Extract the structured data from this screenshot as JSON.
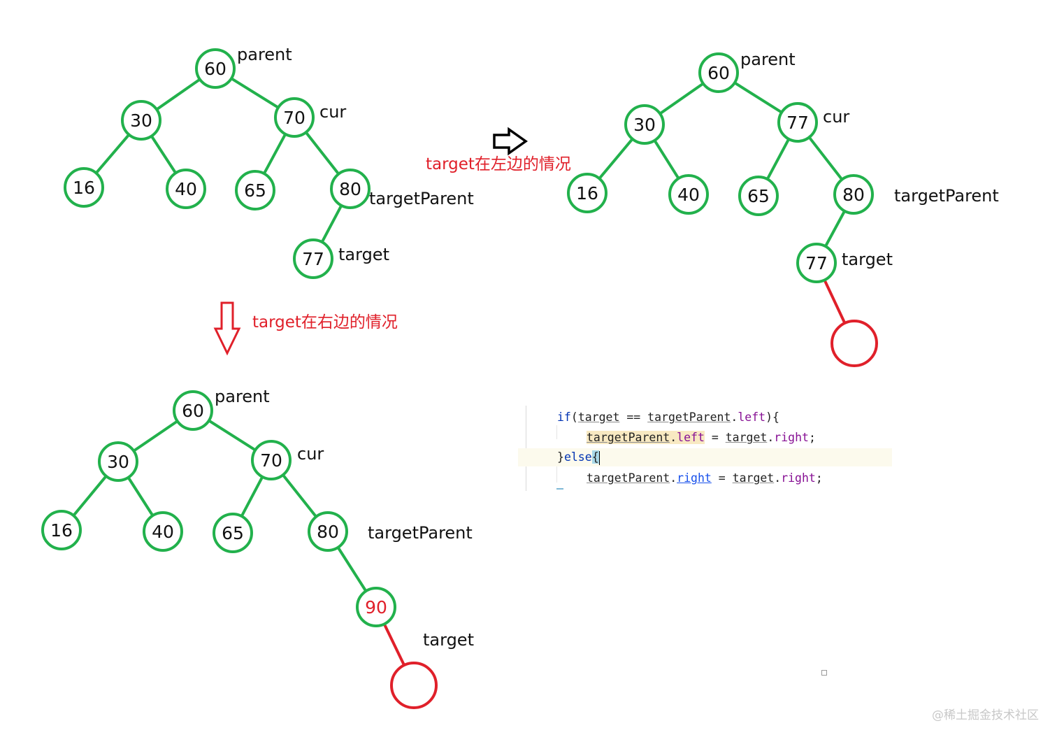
{
  "diagrams": [
    {
      "id": "original",
      "nodes": [
        {
          "id": "n60",
          "value": "60"
        },
        {
          "id": "n30",
          "value": "30"
        },
        {
          "id": "n70",
          "value": "70"
        },
        {
          "id": "n16",
          "value": "16"
        },
        {
          "id": "n40",
          "value": "40"
        },
        {
          "id": "n65",
          "value": "65"
        },
        {
          "id": "n80",
          "value": "80"
        },
        {
          "id": "n77",
          "value": "77"
        }
      ],
      "edges": [
        [
          "n60",
          "n30"
        ],
        [
          "n60",
          "n70"
        ],
        [
          "n30",
          "n16"
        ],
        [
          "n30",
          "n40"
        ],
        [
          "n70",
          "n65"
        ],
        [
          "n70",
          "n80"
        ],
        [
          "n80",
          "n77"
        ]
      ],
      "labels": [
        {
          "node": "n60",
          "text": "parent"
        },
        {
          "node": "n70",
          "text": "cur"
        },
        {
          "node": "n80",
          "text": "targetParent"
        },
        {
          "node": "n77",
          "text": "target"
        }
      ]
    },
    {
      "id": "left-case",
      "nodes": [
        {
          "id": "n60",
          "value": "60"
        },
        {
          "id": "n30",
          "value": "30"
        },
        {
          "id": "n77a",
          "value": "77"
        },
        {
          "id": "n16",
          "value": "16"
        },
        {
          "id": "n40",
          "value": "40"
        },
        {
          "id": "n65",
          "value": "65"
        },
        {
          "id": "n80",
          "value": "80"
        },
        {
          "id": "n77b",
          "value": "77"
        },
        {
          "id": "empty",
          "value": "",
          "color": "red"
        }
      ],
      "edges": [
        [
          "n60",
          "n30"
        ],
        [
          "n60",
          "n77a"
        ],
        [
          "n30",
          "n16"
        ],
        [
          "n30",
          "n40"
        ],
        [
          "n77a",
          "n65"
        ],
        [
          "n77a",
          "n80"
        ],
        [
          "n80",
          "n77b"
        ],
        [
          "n77b",
          "empty",
          "red"
        ]
      ],
      "labels": [
        {
          "node": "n60",
          "text": "parent"
        },
        {
          "node": "n77a",
          "text": "cur"
        },
        {
          "node": "n80",
          "text": "targetParent"
        },
        {
          "node": "n77b",
          "text": "target"
        }
      ]
    },
    {
      "id": "right-case",
      "nodes": [
        {
          "id": "n60",
          "value": "60"
        },
        {
          "id": "n30",
          "value": "30"
        },
        {
          "id": "n70",
          "value": "70"
        },
        {
          "id": "n16",
          "value": "16"
        },
        {
          "id": "n40",
          "value": "40"
        },
        {
          "id": "n65",
          "value": "65"
        },
        {
          "id": "n80",
          "value": "80"
        },
        {
          "id": "n90",
          "value": "90",
          "color": "red"
        },
        {
          "id": "empty",
          "value": "",
          "color": "red"
        }
      ],
      "edges": [
        [
          "n60",
          "n30"
        ],
        [
          "n60",
          "n70"
        ],
        [
          "n30",
          "n16"
        ],
        [
          "n30",
          "n40"
        ],
        [
          "n70",
          "n65"
        ],
        [
          "n70",
          "n80"
        ],
        [
          "n80",
          "n90"
        ],
        [
          "n90",
          "empty",
          "red"
        ]
      ],
      "labels": [
        {
          "node": "n60",
          "text": "parent"
        },
        {
          "node": "n70",
          "text": "cur"
        },
        {
          "node": "n80",
          "text": "targetParent"
        },
        {
          "node": "n90",
          "text": "target"
        }
      ]
    }
  ],
  "arrows": {
    "right": {
      "caption": "target在左边的情况",
      "color": "#000000"
    },
    "down": {
      "caption": "target在右边的情况",
      "color": "#e0202a"
    }
  },
  "colors": {
    "node": "#22b14c",
    "highlight": "#e0202a"
  },
  "code": {
    "line1": {
      "kw_if": "if",
      "p1": "(",
      "target": "target",
      "op": " == ",
      "tp": "targetParent",
      "dot": ".",
      "left": "left",
      "end": "){"
    },
    "line2": {
      "tp": "targetParent",
      "dot": ".",
      "left": "left",
      "op": " = ",
      "target": "target",
      "dot2": ".",
      "right": "right",
      "end": ";"
    },
    "line3": {
      "close": "}",
      "kw_else": "else",
      "brace": "{"
    },
    "line4": {
      "tp": "targetParent",
      "dot": ".",
      "right": "right",
      "op": " = ",
      "target": "target",
      "dot2": ".",
      "right2": "right",
      "end": ";"
    }
  },
  "watermark": "@稀土掘金技术社区"
}
